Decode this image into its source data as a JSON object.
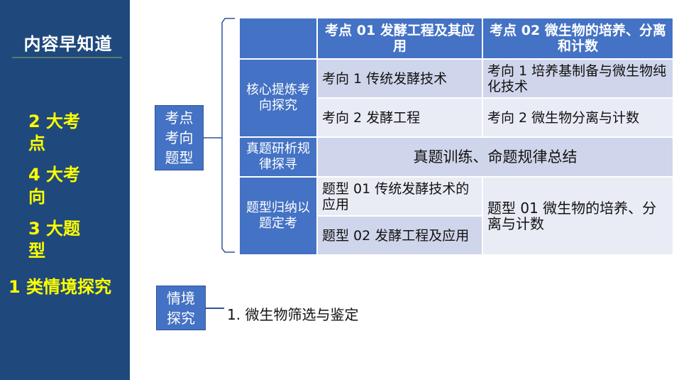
{
  "sidebar": {
    "title": "内容早知道",
    "items": [
      "2 大考点",
      "4 大考向",
      "3 大题型",
      "1 类情境探究"
    ]
  },
  "left_box": "考点考向题型",
  "context_box": "情境探究",
  "context_item": "1. 微生物筛选与鉴定",
  "table": {
    "headers": [
      "",
      "考点 01  发酵工程及其应用",
      "考点 02  微生物的培养、分离和计数"
    ],
    "rows": [
      {
        "label": "核心提炼考向探究",
        "c1": "考向 1  传统发酵技术",
        "c2": "考向 1  培养基制备与微生物纯化技术"
      },
      {
        "c1": "考向 2  发酵工程",
        "c2": "考向 2  微生物分离与计数"
      },
      {
        "label": "真题研析规律探寻",
        "span": "真题训练、命题规律总结"
      },
      {
        "label": "题型归纳以题定考",
        "c1": "题型 01  传统发酵技术的应用",
        "c2": "题型 01  微生物的培养、分离与计数"
      },
      {
        "c1": "题型 02  发酵工程及应用"
      }
    ]
  }
}
